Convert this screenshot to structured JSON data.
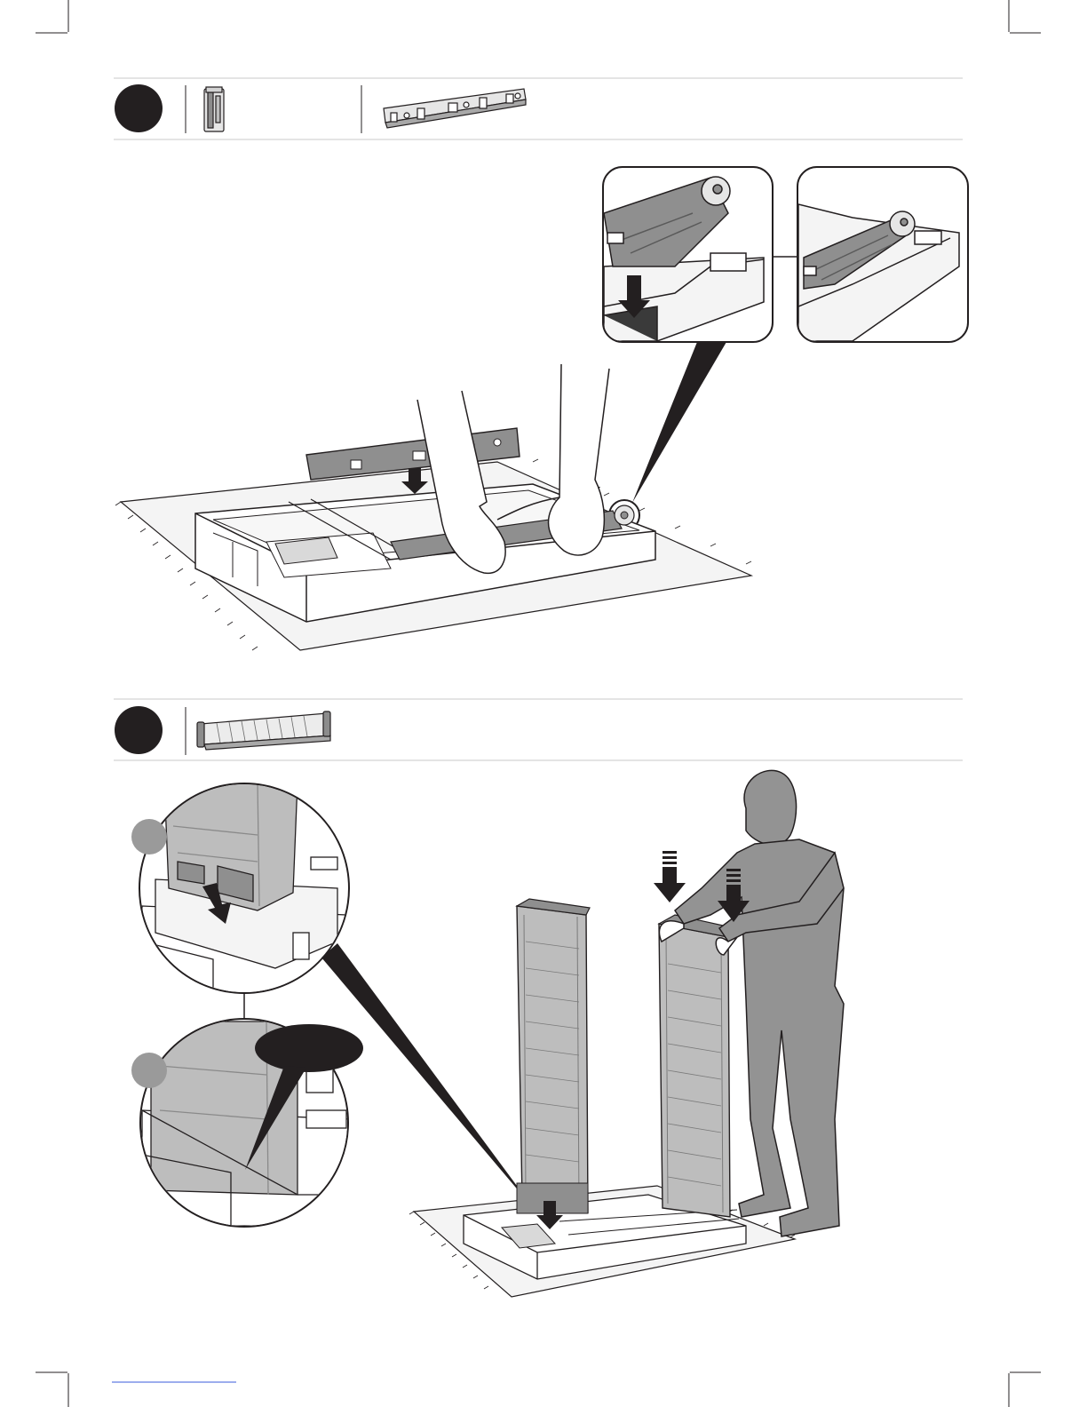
{
  "colors": {
    "ink": "#231f20",
    "part_gray": "#8c8c8c",
    "light_gray": "#c8c8c8",
    "mat": "#f2f2f2",
    "figure_gray": "#939393",
    "footer_link": "#3b5bdb"
  },
  "steps": [
    {
      "parts": [
        "short-post-part",
        "rail-beam-part"
      ],
      "detail_views": [
        "rail-alignment-detail",
        "rail-seated-detail"
      ],
      "main_illustration": "hands-pressing-rail-into-base"
    },
    {
      "parts": [
        "wall-panel-part"
      ],
      "detail_views": [
        "panel-insertion-detail-a",
        "panel-seated-detail-b"
      ],
      "main_illustration": "person-pressing-wall-panels-into-base"
    }
  ]
}
